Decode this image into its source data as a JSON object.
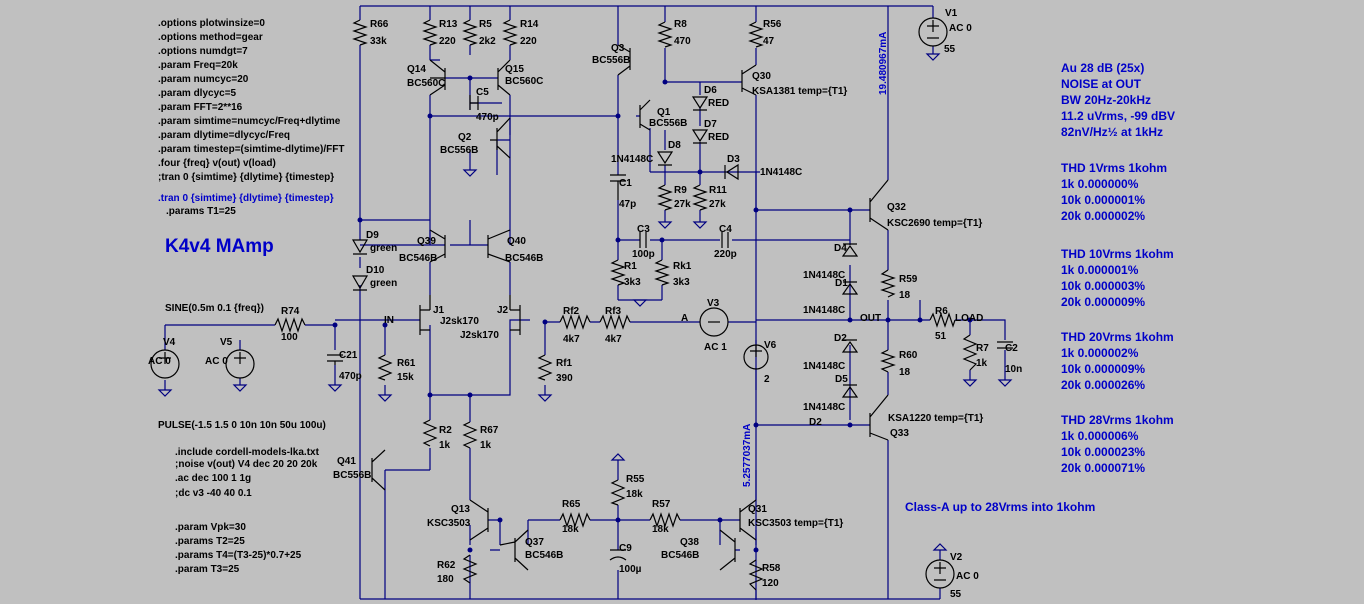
{
  "directives": {
    "lines": [
      ".options plotwinsize=0",
      ".options method=gear",
      ".options numdgt=7",
      ".param Freq=20k",
      ".param numcyc=20",
      ".param dlycyc=5",
      ".param FFT=2**16",
      ".param simtime=numcyc/Freq+dlytime",
      ".param dlytime=dlycyc/Freq",
      ".param timestep=(simtime-dlytime)/FFT",
      " .four {freq} v(out) v(load)",
      ";tran 0 {simtime} {dlytime} {timestep}"
    ],
    "tran_active": ".tran 0 {simtime} {dlytime} {timestep}",
    "params_t1": ".params T1=25",
    "include_lines": [
      ".include cordell-models-lka.txt",
      ";noise v(out) V4 dec 20 20 20k",
      " .ac dec 100 1 1g",
      "",
      ";dc v3 -40 40 0.1"
    ],
    "param_lines": [
      ".param Vpk=30",
      ".params T2=25",
      ".params T4=(T3-25)*0.7+25",
      ".param T3=25"
    ]
  },
  "title": "K4v4 MAmp",
  "sources": {
    "sine": "SINE(0.5m 0.1 {freq})",
    "pulse": "PULSE(-1.5 1.5 0 10n 10n 50u 100u)"
  },
  "specs": {
    "lines": [
      "Au  28 dB (25x)",
      "NOISE at OUT",
      "BW 20Hz-20kHz",
      "11.2 uVrms,  -99 dBV",
      "82nV/Hz½ at 1kHz"
    ],
    "thd_blocks": [
      {
        "title": "THD 1Vrms 1kohm",
        "rows": [
          "1k  0.000000%",
          "10k 0.000001%",
          "20k 0.000002%"
        ]
      },
      {
        "title": "THD 10Vrms 1kohm",
        "rows": [
          "1k  0.000001%",
          "10k 0.000003%",
          "20k 0.000009%"
        ]
      },
      {
        "title": "THD 20Vrms 1kohm",
        "rows": [
          "1k  0.000002%",
          "10k 0.000009%",
          "20k 0.000026%"
        ]
      },
      {
        "title": "THD 28Vrms 1kohm",
        "rows": [
          "1k  0.000006%",
          "10k 0.000023%",
          "20k 0.000071%"
        ]
      }
    ],
    "classa": "Class-A up to 28Vrms into 1kohm"
  },
  "probes": {
    "top_current": "19.480967mA",
    "bottom_current": "5.2577037mA"
  },
  "nets": {
    "in": "IN",
    "a": "A",
    "out": "OUT",
    "load": "LOAD",
    "d2": "D2"
  },
  "labels": {
    "R66": "R66",
    "R66v": "33k",
    "R13": "R13",
    "R13v": "220",
    "R5": "R5",
    "R5v": "2k2",
    "R14": "R14",
    "R14v": "220",
    "Q14": "Q14",
    "Q14m": "BC560C",
    "Q15": "Q15",
    "Q15m": "BC560C",
    "C5": "C5",
    "C5v": "470p",
    "Q2": "Q2",
    "Q2m": "BC556B",
    "Q3": "Q3",
    "Q3m": "BC556B",
    "R8": "R8",
    "R8v": "470",
    "R56": "R56",
    "R56v": "47",
    "Q30": "Q30",
    "Q30m": "KSA1381 temp={T1}",
    "Q1": "Q1",
    "Q1m": "BC556B",
    "D6": "D6",
    "D6m": "RED",
    "D7": "D7",
    "D7m": "RED",
    "D8": "D8",
    "D8m": "1N4148C",
    "D3": "D3",
    "D3m": "1N4148C",
    "C1": "C1",
    "C1v": "47p",
    "R9": "R9",
    "R9v": "27k",
    "R11": "R11",
    "R11v": "27k",
    "V1": "V1",
    "V1v": "AC 0",
    "V1d": "55",
    "Q32": "Q32",
    "Q32m": "KSC2690  temp={T1}",
    "D9": "D9",
    "D9m": "green",
    "D10": "D10",
    "D10m": "green",
    "Q39": "Q39",
    "Q39m": "BC546B",
    "Q40": "Q40",
    "Q40m": "BC546B",
    "C3": "C3",
    "C3v": "100p",
    "C4": "C4",
    "C4v": "220p",
    "D4": "D4",
    "D4m": "1N4148C",
    "D1": "D1",
    "D1m": "1N4148C",
    "R59": "R59",
    "R59v": "18",
    "R1": "R1",
    "R1v": "3k3",
    "Rk1": "Rk1",
    "Rk1v": "3k3",
    "J1": "J1",
    "J1m": "J2sk170",
    "J2": "J2",
    "J2m": "J2sk170",
    "Rf2": "Rf2",
    "Rf2v": "4k7",
    "Rf3": "Rf3",
    "Rf3v": "4k7",
    "V3": "V3",
    "V3v": "AC 1",
    "R6": "R6",
    "R6v": "51",
    "R74": "R74",
    "R74v": "100",
    "R7": "R7",
    "R7v": "1k",
    "C2": "C2",
    "C2v": "10n",
    "V4": "V4",
    "V4v": "AC 0",
    "V5": "V5",
    "V5v": "AC 0",
    "C21": "C21",
    "C21v": "470p",
    "R61": "R61",
    "R61v": "15k",
    "Rf1": "Rf1",
    "Rf1v": "390",
    "V6": "V6",
    "V6v": "2",
    "D2": "D2",
    "D2m": "1N4148C",
    "D5": "D5",
    "D5m": "1N4148C",
    "R60": "R60",
    "R60v": "18",
    "Q33": "Q33",
    "Q33m": "KSA1220  temp={T1}",
    "R2": "R2",
    "R2v": "1k",
    "R67": "R67",
    "R67v": "1k",
    "Q41": "Q41",
    "Q41m": "BC556B",
    "R55": "R55",
    "R55v": "18k",
    "Q13": "Q13",
    "Q13m": "KSC3503",
    "R65": "R65",
    "R65v": "18k",
    "R57": "R57",
    "R57v": "18k",
    "Q31": "Q31",
    "Q31m": "KSC3503 temp={T1}",
    "Q37": "Q37",
    "Q37m": "BC546B",
    "C9": "C9",
    "C9v": "100µ",
    "Q38": "Q38",
    "Q38m": "BC546B",
    "R62": "R62",
    "R62v": "180",
    "R58": "R58",
    "R58v": "120",
    "V2": "V2",
    "V2v": "AC 0",
    "V2d": "55"
  }
}
